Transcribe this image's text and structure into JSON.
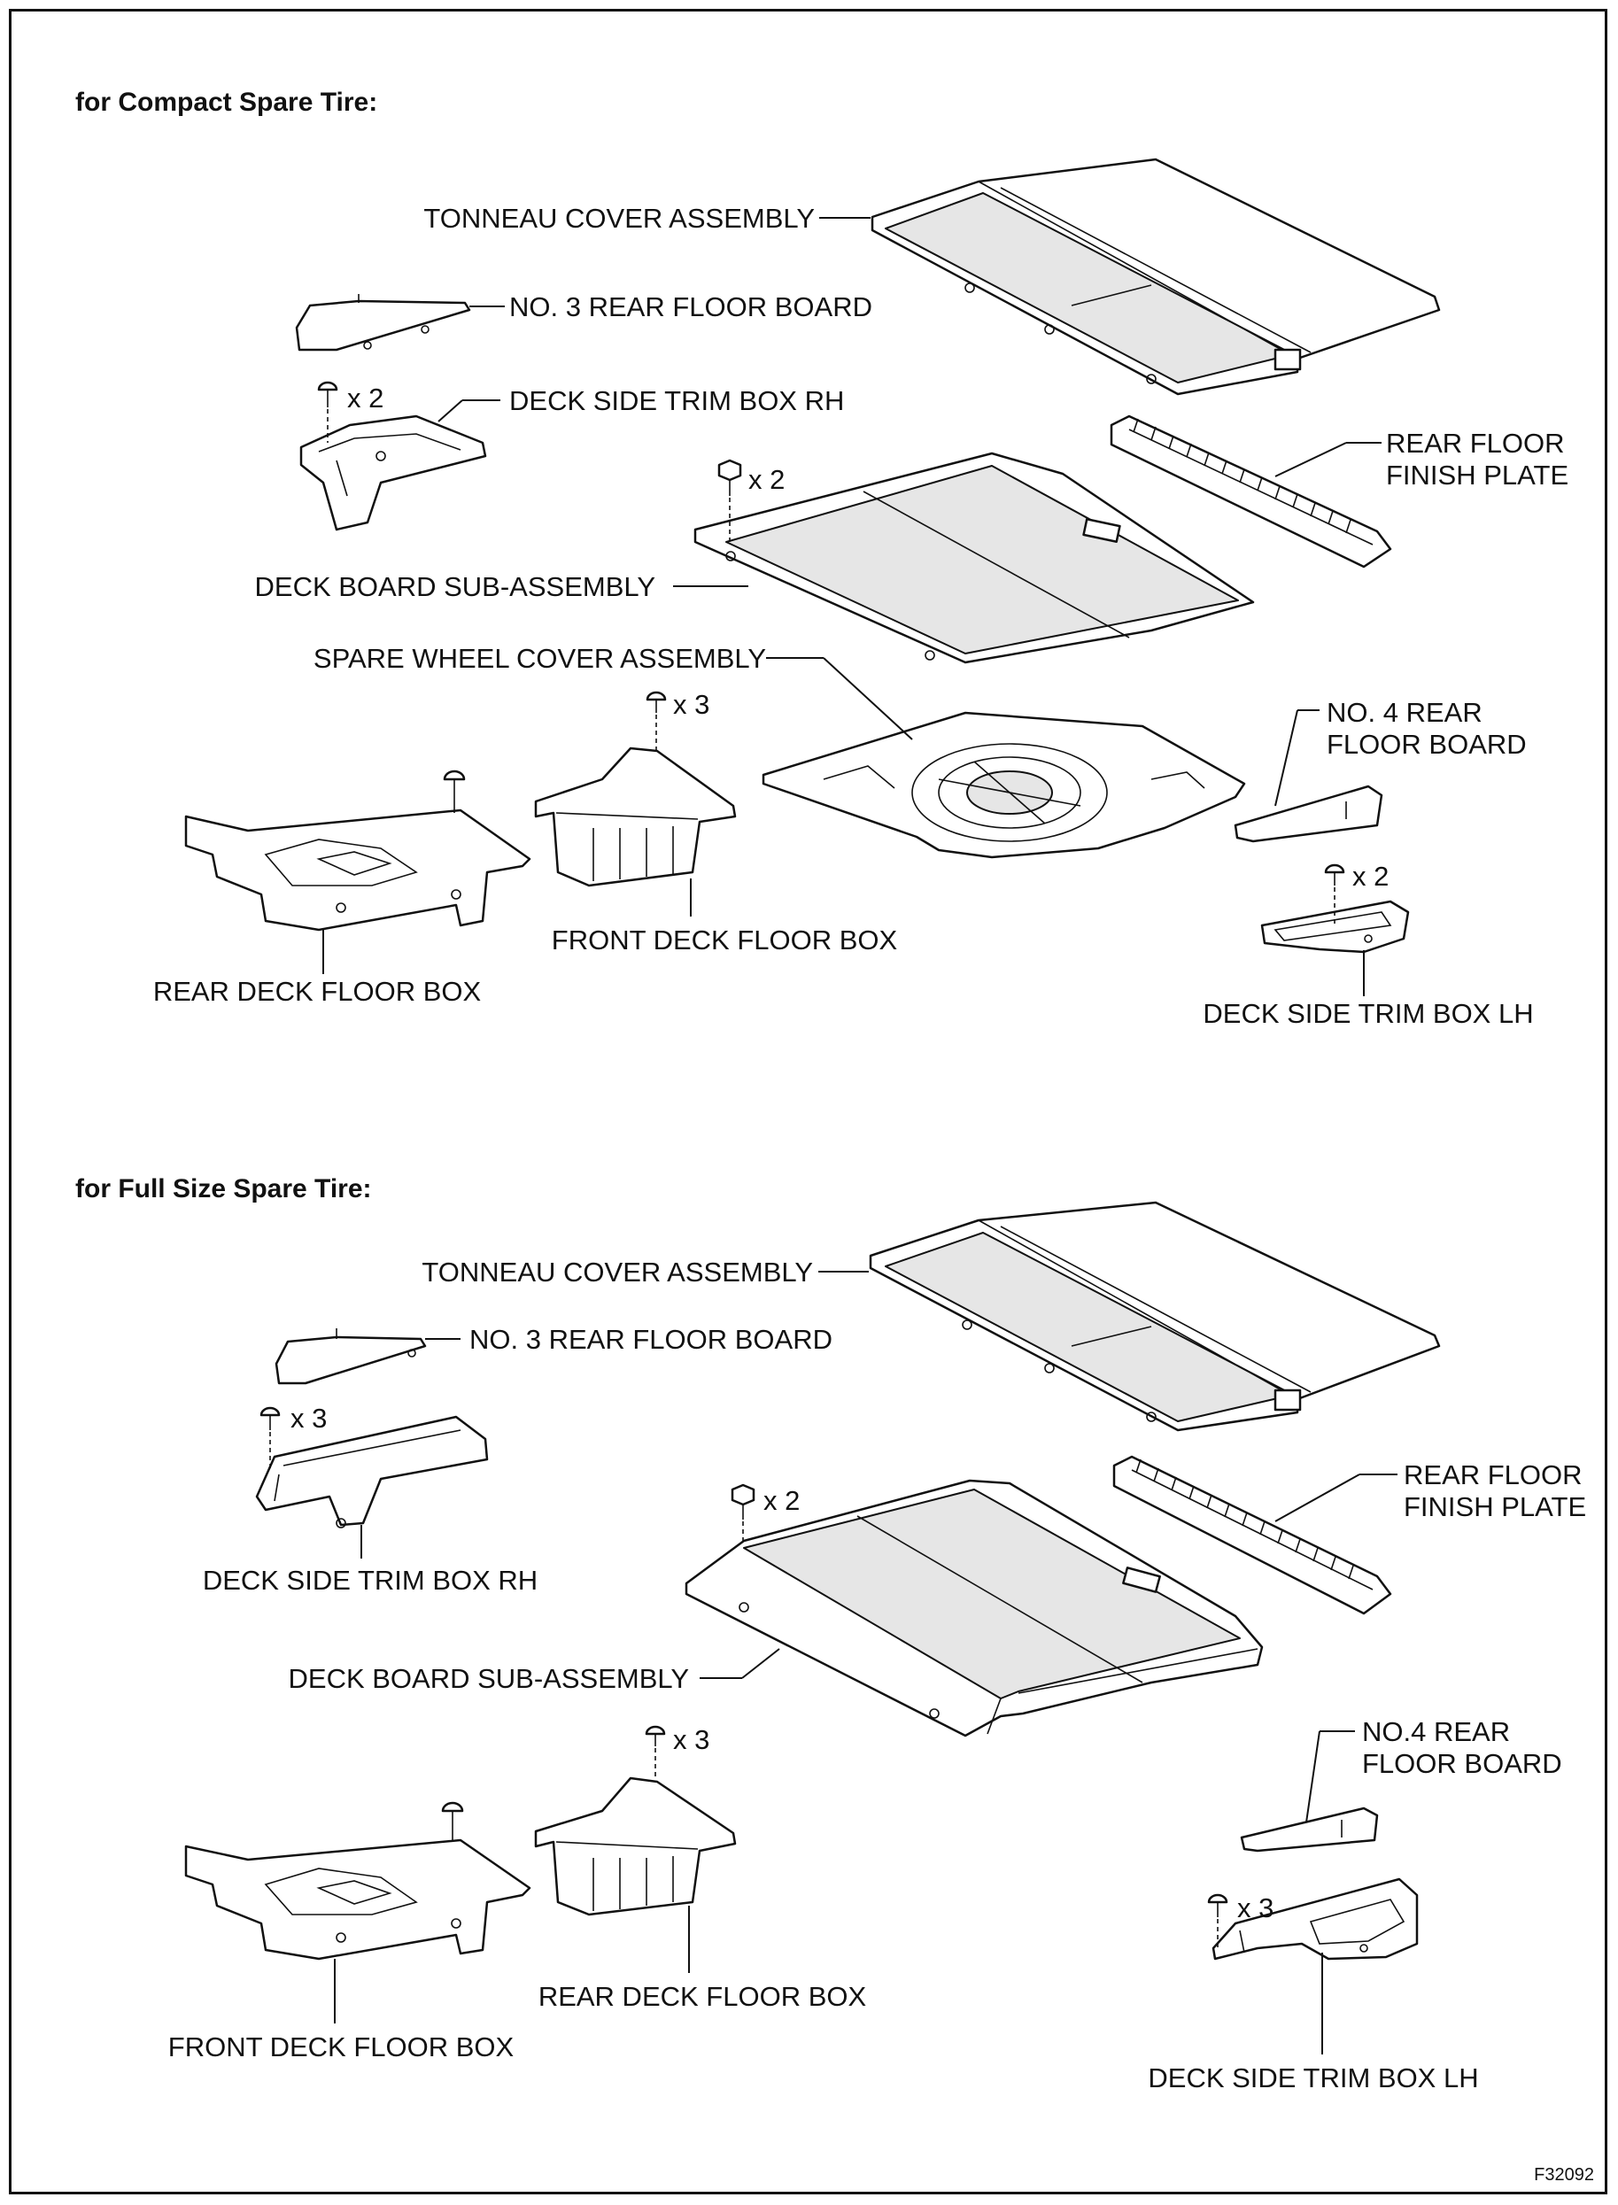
{
  "sections": {
    "compact": {
      "title": "for Compact Spare Tire:",
      "labels": {
        "tonneau_cover": "TONNEAU COVER ASSEMBLY",
        "no3_rear_floor_board": "NO. 3 REAR FLOOR BOARD",
        "deck_side_trim_rh": "DECK SIDE TRIM BOX RH",
        "rear_floor_finish_plate_line1": "REAR FLOOR",
        "rear_floor_finish_plate_line2": "FINISH PLATE",
        "deck_board": "DECK BOARD SUB-ASSEMBLY",
        "spare_wheel_cover": "SPARE WHEEL COVER ASSEMBLY",
        "no4_rear_floor_board_line1": "NO. 4 REAR",
        "no4_rear_floor_board_line2": "FLOOR BOARD",
        "front_deck_floor_box": "FRONT DECK FLOOR BOX",
        "rear_deck_floor_box": "REAR DECK FLOOR BOX",
        "deck_side_trim_lh": "DECK SIDE TRIM BOX LH"
      },
      "qty": {
        "rh_clip": "x 2",
        "deck_board_bolt": "x 2",
        "front_box_clip": "x 3",
        "lh_clip": "x 2"
      }
    },
    "full": {
      "title": "for Full Size Spare Tire:",
      "labels": {
        "tonneau_cover": "TONNEAU COVER ASSEMBLY",
        "no3_rear_floor_board": "NO. 3 REAR FLOOR BOARD",
        "deck_side_trim_rh": "DECK SIDE TRIM BOX RH",
        "rear_floor_finish_plate_line1": "REAR FLOOR",
        "rear_floor_finish_plate_line2": "FINISH PLATE",
        "deck_board": "DECK BOARD SUB-ASSEMBLY",
        "no4_rear_floor_board_line1": "NO.4 REAR",
        "no4_rear_floor_board_line2": "FLOOR BOARD",
        "rear_deck_floor_box": "REAR DECK FLOOR BOX",
        "front_deck_floor_box": "FRONT DECK FLOOR BOX",
        "deck_side_trim_lh": "DECK SIDE TRIM BOX LH"
      },
      "qty": {
        "rh_clip": "x 3",
        "deck_board_bolt": "x 2",
        "box_clip": "x 3",
        "lh_clip": "x 3"
      }
    }
  },
  "figure_id": "F32092"
}
